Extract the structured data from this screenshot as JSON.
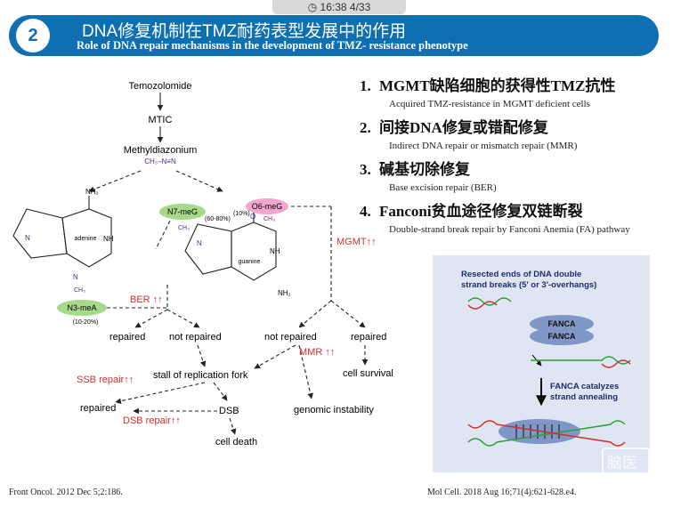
{
  "status_bar": {
    "time": "16:38",
    "page": "4/33"
  },
  "header": {
    "number": "2",
    "title_cn": "DNA修复机制在TMZ耐药表型发展中的作用",
    "title_en": "Role of DNA repair mechanisms in the development of TMZ- resistance phenotype"
  },
  "list": [
    {
      "num": "1.",
      "main": "MGMT缺陷细胞的获得性TMZ抗性",
      "sub": "Acquired TMZ-resistance in MGMT deficient cells"
    },
    {
      "num": "2.",
      "main": "间接DNA修复或错配修复",
      "sub": "Indirect DNA repair or mismatch repair (MMR)"
    },
    {
      "num": "3.",
      "main": "碱基切除修复",
      "sub": "Base excision repair (BER)"
    },
    {
      "num": "4.",
      "main": "Fanconi贫血途径修复双链断裂",
      "sub": "Double-strand break repair by Fanconi Anemia (FA) pathway"
    }
  ],
  "pathway": {
    "temozolomide": "Temozolomide",
    "mtic": "MTIC",
    "methyldiazonium": "Methyldiazonium",
    "formula": "CH₃–N≡N",
    "n7": "N7-meG",
    "n7_pct": "(60-80%)",
    "o6": "O6-meG",
    "o6_pct": "(10%)",
    "n3": "N3-meA",
    "n3_pct": "(10-20%)",
    "adenine": "adenine",
    "guanine": "guanine",
    "ch3": "CH₃",
    "nh2": "NH₂",
    "n": "N",
    "nh": "NH",
    "o": "O",
    "ber": "BER ↑↑",
    "mgmt": "MGMT↑↑",
    "mmr": "MMR ↑↑",
    "ssb": "SSB repair↑↑",
    "dsb_repair": "DSB repair↑↑",
    "repaired": "repaired",
    "not_repaired": "not repaired",
    "stall": "stall of replication fork",
    "cell_survival": "cell survival",
    "genomic": "genomic  instability",
    "dsb": "DSB",
    "cell_death": "cell death"
  },
  "panel": {
    "heading_1": "Resected ends of DNA double",
    "heading_2": "strand breaks (5' or 3'-overhangs)",
    "fanca": "FANCA",
    "catalyzes_1": "FANCA catalyzes",
    "catalyzes_2": "strand annealing"
  },
  "refs": {
    "left": "Front Oncol. 2012 Dec 5;2:186.",
    "right": "Mol Cell. 2018 Aug 16;71(4):621-628.e4."
  },
  "watermark": "脑医汇",
  "colors": {
    "header_bg": "#0f6fb3",
    "red_label": "#d0312d",
    "n7_fill": "#a8d98a",
    "o6_fill": "#f2a6cf",
    "n3_fill": "#a8d98a",
    "fanca": "#7f96c6",
    "panel_bg": "#dfe5f2"
  }
}
